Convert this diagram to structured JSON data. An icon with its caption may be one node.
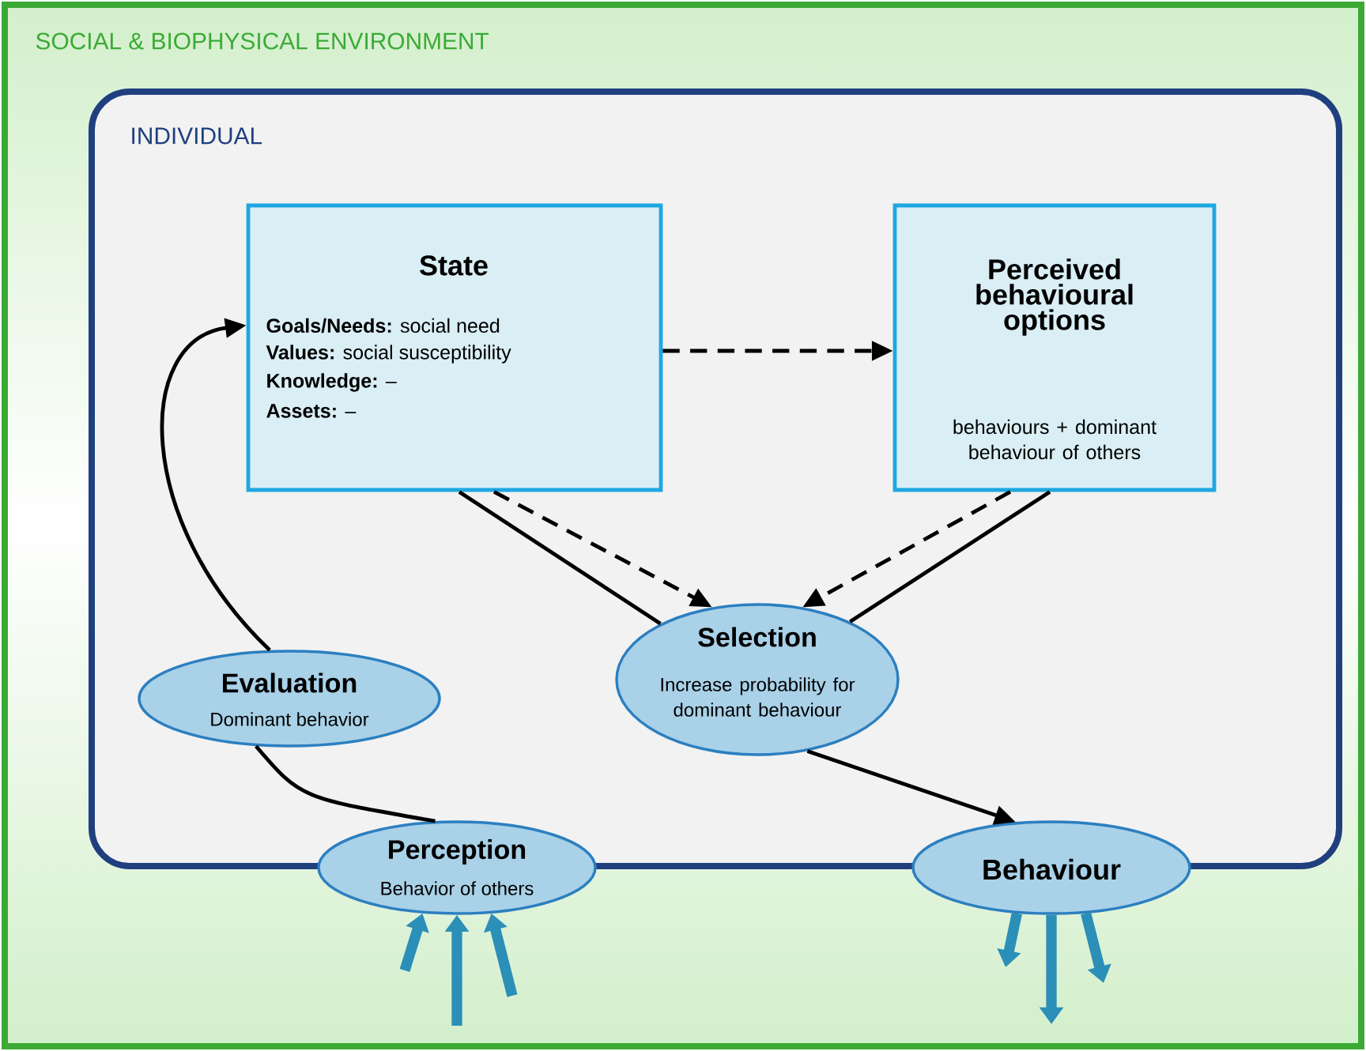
{
  "diagram": {
    "nodes": [
      {
        "text": [
          "SOCIAL & BIOPHYSICAL ENVIRONMENT"
        ]
      },
      {
        "text": [
          "INDIVIDUAL"
        ],
        "in": 0
      },
      {
        "text": [
          "State",
          "**Goals/Needs:** social need",
          "**Values:** social susceptibility",
          "**Knowledge:**  –",
          "**Assets:**  –"
        ],
        "in": 1
      },
      {
        "text": [
          "Perceived behavioural options",
          "behaviours + dominant behaviour of others"
        ],
        "in": 1
      },
      {
        "text": [
          "Evaluation",
          "Dominant behavior"
        ],
        "in": 1
      },
      {
        "text": [
          "Selection",
          "Increase probability for dominant behaviour"
        ],
        "in": 1
      },
      {
        "text": [
          "Perception",
          "Behavior of others"
        ],
        "in": 0
      },
      {
        "text": [
          "Behaviour"
        ],
        "in": 0
      }
    ],
    "edges": [
      {
        "from": 2,
        "to": 3,
        "arrow": "to",
        "style": "dashed"
      },
      {
        "from": 2,
        "to": 5,
        "arrow": "none"
      },
      {
        "from": 2,
        "to": 5,
        "arrow": "to",
        "style": "dashed"
      },
      {
        "from": 3,
        "to": 5,
        "arrow": "to",
        "style": "dashed"
      },
      {
        "from": 3,
        "to": 5,
        "arrow": "none"
      },
      {
        "from": 5,
        "to": 7,
        "arrow": "to"
      },
      {
        "from": 6,
        "to": 4,
        "arrow": "none"
      },
      {
        "from": 4,
        "to": 2,
        "arrow": "to"
      },
      {
        "from": null,
        "to": 6,
        "arrow": "to",
        "style": "thick",
        "color": "#2b8fb8"
      },
      {
        "from": null,
        "to": 6,
        "arrow": "to",
        "style": "thick",
        "color": "#2b8fb8"
      },
      {
        "from": null,
        "to": 6,
        "arrow": "to",
        "style": "thick",
        "color": "#2b8fb8"
      },
      {
        "from": 7,
        "to": null,
        "arrow": "to",
        "style": "thick",
        "color": "#2b8fb8"
      },
      {
        "from": 7,
        "to": null,
        "arrow": "to",
        "style": "thick",
        "color": "#2b8fb8"
      },
      {
        "from": 7,
        "to": null,
        "arrow": "to",
        "style": "thick",
        "color": "#2b8fb8"
      }
    ]
  }
}
